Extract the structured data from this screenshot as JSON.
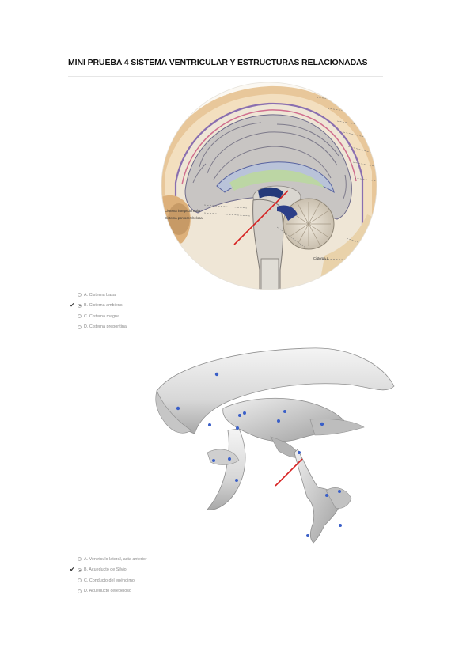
{
  "document": {
    "title": "MINI PRUEBA 4 SISTEMA VENTRICULAR Y ESTRUCTURAS RELACIONADAS"
  },
  "figure1": {
    "labels": [
      "Cisterna interpeduncular",
      "Cisterna pontocerebelosa",
      "Cisterna p"
    ]
  },
  "question1": {
    "options": [
      {
        "label": "A. Cisterna basal",
        "selected": false,
        "checked": false
      },
      {
        "label": "B. Cisterna ambiens",
        "selected": true,
        "checked": true
      },
      {
        "label": "C. Cisterna magna",
        "selected": false,
        "checked": false
      },
      {
        "label": "D. Cisterna prepontina",
        "selected": false,
        "checked": false
      }
    ]
  },
  "question2": {
    "options": [
      {
        "label": "A. Ventrículo lateral, asta anterior",
        "selected": false,
        "checked": false
      },
      {
        "label": "B. Acueducto de Silvio",
        "selected": true,
        "checked": true
      },
      {
        "label": "C. Conducto del epéndimo",
        "selected": false,
        "checked": false
      },
      {
        "label": "D. Acueducto cerebeloso",
        "selected": false,
        "checked": false
      }
    ]
  },
  "icons": {
    "check": "check-icon",
    "radio": "radio-icon"
  },
  "colors": {
    "arrow": "#d62020",
    "marker": "#3a5fc8",
    "check": "#333333"
  }
}
